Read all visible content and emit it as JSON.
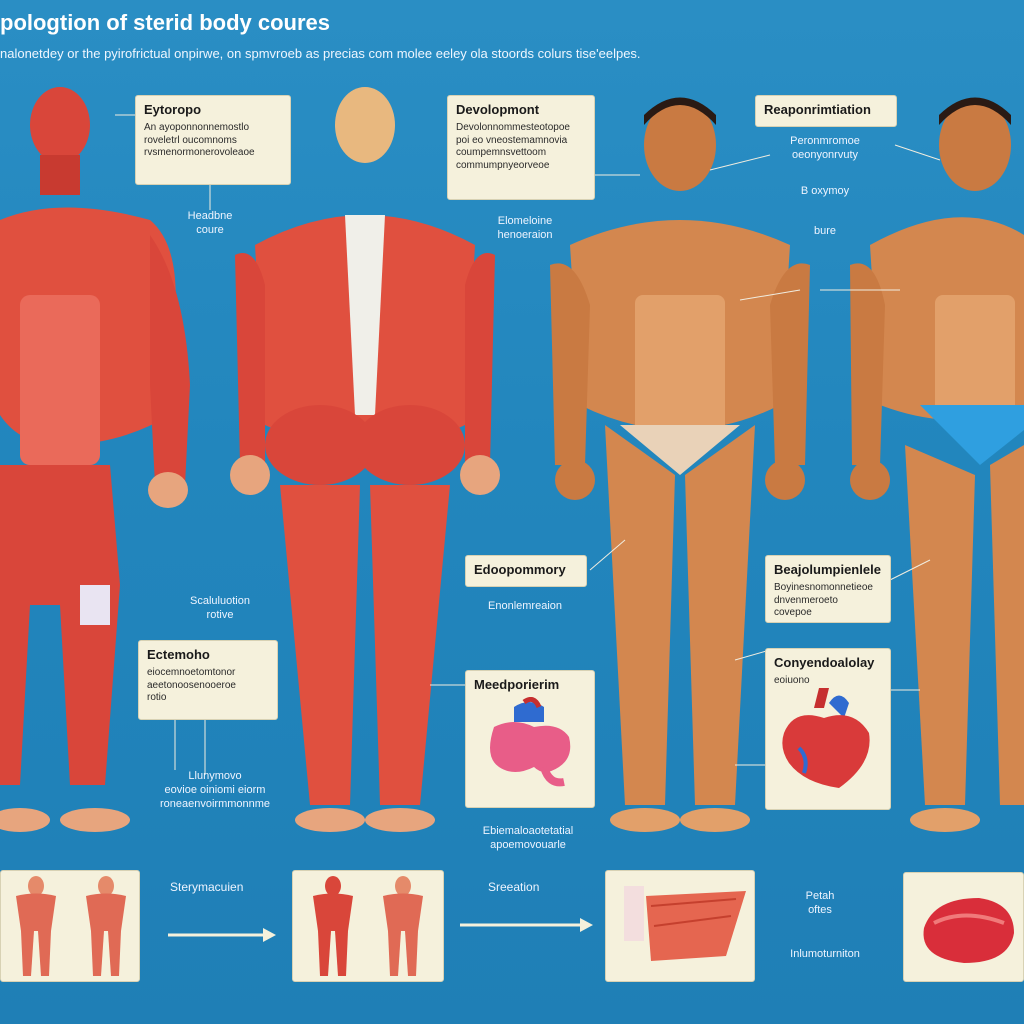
{
  "header": {
    "title": "pologtion of  sterid body coures",
    "subtitle": "nalonetdey or the pyirofrictual onpirwe,  on  spmvroeb as precias com molee eeley ola stoords colurs  tise'eelpes."
  },
  "boxes": {
    "ectomorph_top": {
      "heading": "Eytoropo",
      "body": "An ayoponnonnemostlo\nroveletrl oucomnoms\nrvsmenormonerovoleaoe"
    },
    "development": {
      "heading": "Devolopmont",
      "body": "Devolonnommesteotopoe\npoi eo vneostemamnovia\ncoumpemnsvettoom\ncommumpnyeorveoe"
    },
    "reproduction": {
      "heading": "Reaponrimtiation"
    },
    "ectomorph_mid": {
      "heading": "Ectemoho",
      "body": "eiocemnoetomtonor\naeetonoosenooeroe\nrotio"
    },
    "endomorphy": {
      "heading": "Edoopommory"
    },
    "mesodermal": {
      "heading": "Meedporierim"
    },
    "bodybuilding": {
      "heading": "Beajolumpienlele",
      "body": "Boyinesnomonnetieoe\ndnvenmeroeto\ncovepoe"
    },
    "cardiology": {
      "heading": "Conyendoalolay",
      "body": "eoiuono"
    }
  },
  "labels": {
    "headbone_source": "Headbne\ncoure",
    "elemental_reaction": "Elomeloine\nhenoeraion",
    "reproduction_detail": "Peronmromoe\noeonyonrvuty",
    "b_oxymoy": "B oxymoy",
    "bure": "bure",
    "scalulation": "Scaluluotion\nrotive",
    "environment": "Enonlemreaion",
    "lunymovo": "Llunymovo\neovioe oiniomi eiorm\nroneaenvoirmmonnme",
    "endomyocardial": "Ebiemaloaotetatial\napoemovouarle",
    "steroid_conversion": "Sterymacuien",
    "stemulation": "Sreeation",
    "petai_ofles": "Petah\noftes",
    "inferunion": "Inlumoturniton"
  },
  "colors": {
    "background": "#2286bd",
    "muscle_red": "#d9463a",
    "muscle_light": "#ea6a5a",
    "skin_tan": "#c97a42",
    "skin_light": "#e2a06a",
    "box_fill": "#f5f1dc",
    "trunks_blue": "#2f9fe0"
  }
}
